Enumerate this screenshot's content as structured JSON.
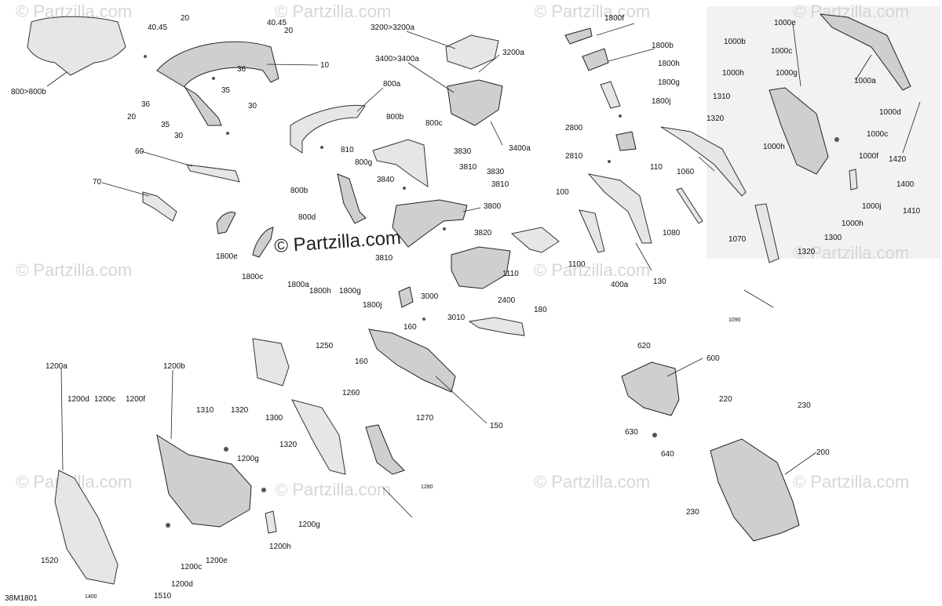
{
  "diagram_id": "38M1801",
  "watermarks": [
    "© Partzilla.com"
  ],
  "labels": [
    {
      "id": "l-800-800b",
      "text": "800>800b"
    },
    {
      "id": "l-40-45a",
      "text": "40.45"
    },
    {
      "id": "l-20a",
      "text": "20"
    },
    {
      "id": "l-40-45b",
      "text": "40.45"
    },
    {
      "id": "l-20b",
      "text": "20"
    },
    {
      "id": "l-10",
      "text": "10"
    },
    {
      "id": "l-36a",
      "text": "36"
    },
    {
      "id": "l-35a",
      "text": "35"
    },
    {
      "id": "l-30a",
      "text": "30"
    },
    {
      "id": "l-36b",
      "text": "36"
    },
    {
      "id": "l-20c",
      "text": "20"
    },
    {
      "id": "l-35b",
      "text": "35"
    },
    {
      "id": "l-30b",
      "text": "30"
    },
    {
      "id": "l-60",
      "text": "60"
    },
    {
      "id": "l-70",
      "text": "70"
    },
    {
      "id": "l-1800e",
      "text": "1800e"
    },
    {
      "id": "l-1800c",
      "text": "1800c"
    },
    {
      "id": "l-3200",
      "text": "3200>3200a"
    },
    {
      "id": "l-3200a",
      "text": "3200a"
    },
    {
      "id": "l-3400",
      "text": "3400>3400a"
    },
    {
      "id": "l-800a",
      "text": "800a"
    },
    {
      "id": "l-800b",
      "text": "800b"
    },
    {
      "id": "l-800c",
      "text": "800c"
    },
    {
      "id": "l-3400a",
      "text": "3400a"
    },
    {
      "id": "l-810",
      "text": "810"
    },
    {
      "id": "l-800g",
      "text": "800g"
    },
    {
      "id": "l-800b2",
      "text": "800b"
    },
    {
      "id": "l-800d",
      "text": "800d"
    },
    {
      "id": "l-3830a",
      "text": "3830"
    },
    {
      "id": "l-3810a",
      "text": "3810"
    },
    {
      "id": "l-3830b",
      "text": "3830"
    },
    {
      "id": "l-3840",
      "text": "3840"
    },
    {
      "id": "l-3810b",
      "text": "3810"
    },
    {
      "id": "l-3800",
      "text": "3800"
    },
    {
      "id": "l-3820",
      "text": "3820"
    },
    {
      "id": "l-3810c",
      "text": "3810"
    },
    {
      "id": "l-1800a",
      "text": "1800a"
    },
    {
      "id": "l-1800h",
      "text": "1800h"
    },
    {
      "id": "l-1800g",
      "text": "1800g"
    },
    {
      "id": "l-1800j",
      "text": "1800j"
    },
    {
      "id": "l-1110",
      "text": "1110"
    },
    {
      "id": "l-1100",
      "text": "1100"
    },
    {
      "id": "l-2400",
      "text": "2400"
    },
    {
      "id": "l-3000",
      "text": "3000"
    },
    {
      "id": "l-3010",
      "text": "3010"
    },
    {
      "id": "l-160a",
      "text": "160"
    },
    {
      "id": "l-160b",
      "text": "160"
    },
    {
      "id": "l-180",
      "text": "180"
    },
    {
      "id": "l-150",
      "text": "150"
    },
    {
      "id": "l-1800f",
      "text": "1800f"
    },
    {
      "id": "l-1800b",
      "text": "1800b"
    },
    {
      "id": "l-1800h2",
      "text": "1800h"
    },
    {
      "id": "l-1800g2",
      "text": "1800g"
    },
    {
      "id": "l-1800j2",
      "text": "1800j"
    },
    {
      "id": "l-2800",
      "text": "2800"
    },
    {
      "id": "l-2810",
      "text": "2810"
    },
    {
      "id": "l-110",
      "text": "110"
    },
    {
      "id": "l-100",
      "text": "100"
    },
    {
      "id": "l-1060",
      "text": "1060"
    },
    {
      "id": "l-1080",
      "text": "1080"
    },
    {
      "id": "l-130",
      "text": "130"
    },
    {
      "id": "l-400a",
      "text": "400a"
    },
    {
      "id": "l-1090",
      "text": "1090"
    },
    {
      "id": "l-1000e",
      "text": "1000e"
    },
    {
      "id": "l-1000b",
      "text": "1000b"
    },
    {
      "id": "l-1000c",
      "text": "1000c"
    },
    {
      "id": "l-1000g",
      "text": "1000g"
    },
    {
      "id": "l-1000h",
      "text": "1000h"
    },
    {
      "id": "l-1000a",
      "text": "1000a"
    },
    {
      "id": "l-1310",
      "text": "1310"
    },
    {
      "id": "l-1320",
      "text": "1320"
    },
    {
      "id": "l-1000d",
      "text": "1000d"
    },
    {
      "id": "l-1000c2",
      "text": "1000c"
    },
    {
      "id": "l-1000f",
      "text": "1000f"
    },
    {
      "id": "l-1000h2",
      "text": "1000h"
    },
    {
      "id": "l-1420",
      "text": "1420"
    },
    {
      "id": "l-1400",
      "text": "1400"
    },
    {
      "id": "l-1410",
      "text": "1410"
    },
    {
      "id": "l-1000j",
      "text": "1000j"
    },
    {
      "id": "l-1000h3",
      "text": "1000h"
    },
    {
      "id": "l-1300",
      "text": "1300"
    },
    {
      "id": "l-1070",
      "text": "1070"
    },
    {
      "id": "l-1320b",
      "text": "1320"
    },
    {
      "id": "l-1250",
      "text": "1250"
    },
    {
      "id": "l-1260",
      "text": "1260"
    },
    {
      "id": "l-1270",
      "text": "1270"
    },
    {
      "id": "l-1280",
      "text": "1280"
    },
    {
      "id": "l-1200a",
      "text": "1200a"
    },
    {
      "id": "l-1200b",
      "text": "1200b"
    },
    {
      "id": "l-1200d",
      "text": "1200d"
    },
    {
      "id": "l-1200c",
      "text": "1200c"
    },
    {
      "id": "l-1200f",
      "text": "1200f"
    },
    {
      "id": "l-1310b",
      "text": "1310"
    },
    {
      "id": "l-1320c",
      "text": "1320"
    },
    {
      "id": "l-1300b",
      "text": "1300"
    },
    {
      "id": "l-1200g",
      "text": "1200g"
    },
    {
      "id": "l-1320d",
      "text": "1320"
    },
    {
      "id": "l-1200g2",
      "text": "1200g"
    },
    {
      "id": "l-1200h",
      "text": "1200h"
    },
    {
      "id": "l-1200e",
      "text": "1200e"
    },
    {
      "id": "l-1200c2",
      "text": "1200c"
    },
    {
      "id": "l-1200d2",
      "text": "1200d"
    },
    {
      "id": "l-1520",
      "text": "1520"
    },
    {
      "id": "l-1400b",
      "text": "1400"
    },
    {
      "id": "l-1510",
      "text": "1510"
    },
    {
      "id": "l-620",
      "text": "620"
    },
    {
      "id": "l-600",
      "text": "600"
    },
    {
      "id": "l-630",
      "text": "630"
    },
    {
      "id": "l-640",
      "text": "640"
    },
    {
      "id": "l-220",
      "text": "220"
    },
    {
      "id": "l-230a",
      "text": "230"
    },
    {
      "id": "l-200",
      "text": "200"
    },
    {
      "id": "l-230b",
      "text": "230"
    }
  ]
}
